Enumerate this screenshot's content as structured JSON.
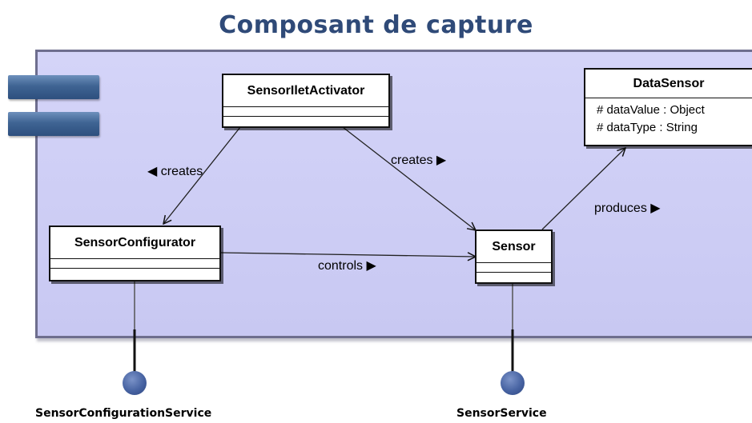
{
  "title": "Composant de capture",
  "classes": {
    "activator": {
      "name": "SensorIletActivator"
    },
    "data_sensor": {
      "name": "DataSensor",
      "attributes": [
        "# dataValue : Object",
        "# dataType : String"
      ]
    },
    "configurator": {
      "name": "SensorConfigurator"
    },
    "sensor": {
      "name": "Sensor"
    }
  },
  "relations": {
    "creates_left": {
      "label": "creates",
      "arrow": "◀"
    },
    "creates_right": {
      "label": "creates",
      "arrow": "▶"
    },
    "controls": {
      "label": "controls",
      "arrow": "▶"
    },
    "produces": {
      "label": "produces",
      "arrow": "▶"
    }
  },
  "services": {
    "configuration": "SensorConfigurationService",
    "sensor": "SensorService"
  },
  "colors": {
    "title": "#2f4a78",
    "component_fill": "#d4d4f8",
    "port": "#4763a2"
  }
}
